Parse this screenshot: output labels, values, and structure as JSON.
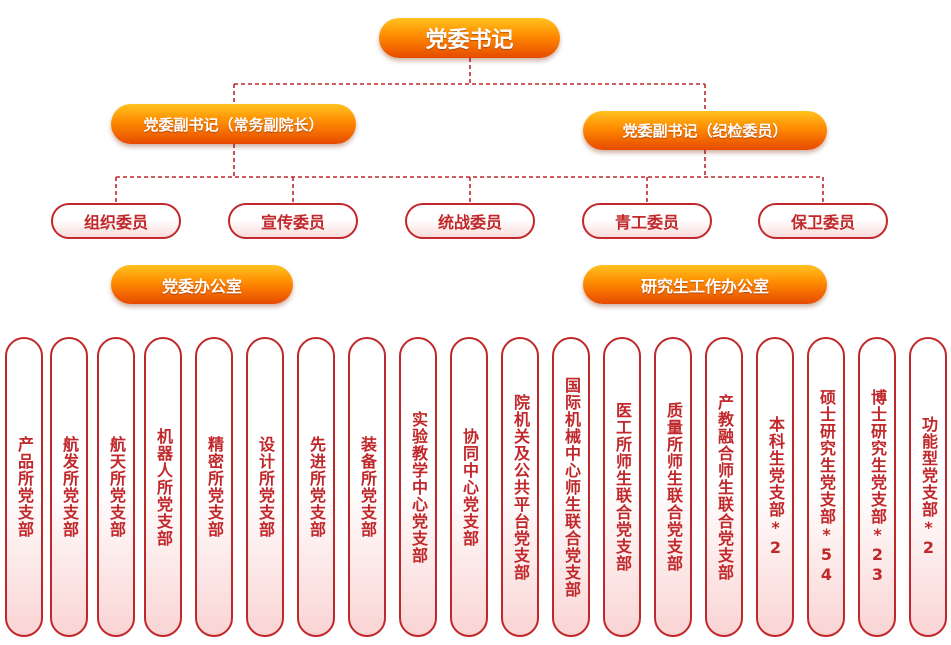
{
  "top": {
    "label": "党委书记"
  },
  "deputies": [
    {
      "label": "党委副书记（常务副院长）"
    },
    {
      "label": "党委副书记（纪检委员）"
    }
  ],
  "committee_members": [
    {
      "label": "组织委员"
    },
    {
      "label": "宣传委员"
    },
    {
      "label": "统战委员"
    },
    {
      "label": "青工委员"
    },
    {
      "label": "保卫委员"
    }
  ],
  "offices": [
    {
      "label": "党委办公室"
    },
    {
      "label": "研究生工作办公室"
    }
  ],
  "branches": [
    {
      "label": "产品所党支部"
    },
    {
      "label": "航发所党支部"
    },
    {
      "label": "航天所党支部"
    },
    {
      "label": "机器人所党支部"
    },
    {
      "label": "精密所党支部"
    },
    {
      "label": "设计所党支部"
    },
    {
      "label": "先进所党支部"
    },
    {
      "label": "装备所党支部"
    },
    {
      "label": "实验教学中心党支部"
    },
    {
      "label": "协同中心党支部"
    },
    {
      "label": "院机关及公共平台党支部"
    },
    {
      "label": "国际机械中心师生联合党支部"
    },
    {
      "label": "医工所师生联合党支部"
    },
    {
      "label": "质量所师生联合党支部"
    },
    {
      "label": "产教融合师生联合党支部"
    },
    {
      "label": "本科生党支部*2"
    },
    {
      "label": "硕士研究生党支部*54"
    },
    {
      "label": "博士研究生党支部*23"
    },
    {
      "label": "功能型党支部*2"
    }
  ],
  "colors": {
    "connector": "#c0282b",
    "orange_top": "#ffc21f",
    "orange_bottom": "#e64a00",
    "pill_border": "#c0282b"
  }
}
